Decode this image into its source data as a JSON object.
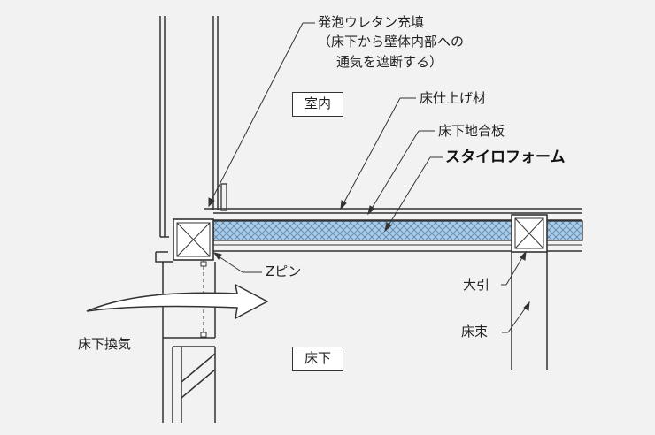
{
  "labels": {
    "foam_fill_title": "発泡ウレタン充填",
    "foam_fill_note_1": "（床下から壁体内部への",
    "foam_fill_note_2": "通気を遮断する）",
    "room_inside": "室内",
    "floor_finish": "床仕上げ材",
    "subfloor": "床下地合板",
    "styrofoam": "スタイロフォーム",
    "z_pin": "Zピン",
    "sleeper": "大引",
    "floor_post": "床束",
    "underfloor_vent": "床下換気",
    "underfloor": "床下"
  },
  "colors": {
    "background": "#f2f2f2",
    "line": "#333333",
    "insulation_fill": "#a9cce8",
    "insulation_hatch": "#5b83a8",
    "label_box": "#ffffff"
  }
}
